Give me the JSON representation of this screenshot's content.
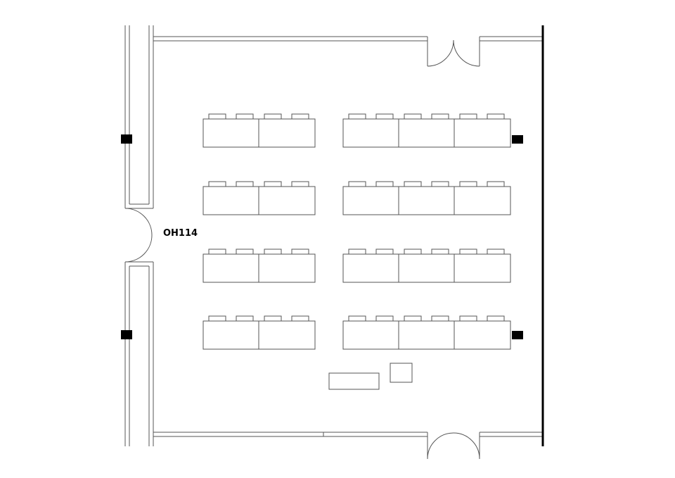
{
  "room": {
    "label": "OH114"
  },
  "layout": {
    "table_rows": 4,
    "left_group_tables_per_row": 2,
    "right_group_tables_per_row": 3,
    "chairs_per_table": 2,
    "doors": 3,
    "wall_speakers": 4
  },
  "colors": {
    "line": "#555555",
    "wall": "#000000",
    "background": "#ffffff"
  }
}
